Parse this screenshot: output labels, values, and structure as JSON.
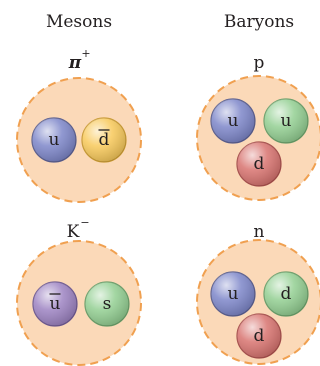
{
  "headers": {
    "mesons": "Mesons",
    "baryons": "Baryons"
  },
  "particles": [
    {
      "id": "pi-plus",
      "label": "π",
      "superscript": "+",
      "italic": true,
      "quarks": [
        {
          "text": "u",
          "bar": false,
          "color": "#7d86c9"
        },
        {
          "text": "d",
          "bar": true,
          "color": "#f8c95a"
        }
      ]
    },
    {
      "id": "proton",
      "label": "p",
      "superscript": "",
      "italic": false,
      "quarks": [
        {
          "text": "u",
          "bar": false,
          "color": "#7d86c9"
        },
        {
          "text": "u",
          "bar": false,
          "color": "#93cf92"
        },
        {
          "text": "d",
          "bar": false,
          "color": "#d8736f"
        }
      ]
    },
    {
      "id": "k-minus",
      "label": "K",
      "superscript": "−",
      "italic": false,
      "quarks": [
        {
          "text": "u",
          "bar": true,
          "color": "#9d83c2"
        },
        {
          "text": "s",
          "bar": false,
          "color": "#93cf92"
        }
      ]
    },
    {
      "id": "neutron",
      "label": "n",
      "superscript": "",
      "italic": false,
      "quarks": [
        {
          "text": "u",
          "bar": false,
          "color": "#7d86c9"
        },
        {
          "text": "d",
          "bar": false,
          "color": "#93cf92"
        },
        {
          "text": "d",
          "bar": false,
          "color": "#d8736f"
        }
      ]
    }
  ],
  "colors": {
    "bag_fill": "#fbd9b8",
    "bag_stroke": "#f0a050",
    "text": "#231f20"
  }
}
